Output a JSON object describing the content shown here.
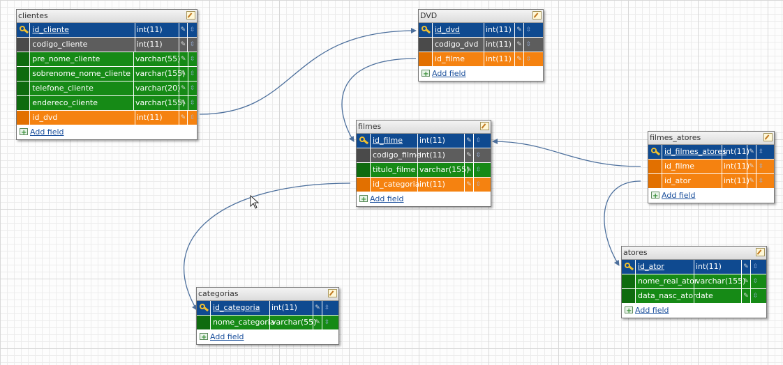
{
  "colors": {
    "pk": "#0f4a90",
    "pk_key": "#0f4a90",
    "normal": "#5d5d5d",
    "normal_key": "#4a4a4a",
    "varchar": "#168a16",
    "varchar_key": "#0f6b0f",
    "fk": "#f58210",
    "fk_key": "#e27000",
    "link": "#4c6f9c"
  },
  "tables": {
    "clientes": {
      "title": "clientes",
      "add_label": "Add field",
      "fields": [
        {
          "name": "id_cliente",
          "type": "int(11)",
          "kind": "pk"
        },
        {
          "name": "codigo_cliente",
          "type": "int(11)",
          "kind": "normal"
        },
        {
          "name": "pre_nome_cliente",
          "type": "varchar(55)",
          "kind": "varchar"
        },
        {
          "name": "sobrenome_nome_cliente",
          "type": "varchar(155)",
          "kind": "varchar"
        },
        {
          "name": "telefone_cliente",
          "type": "varchar(20)",
          "kind": "varchar"
        },
        {
          "name": "endereco_cliente",
          "type": "varchar(155)",
          "kind": "varchar"
        },
        {
          "name": "id_dvd",
          "type": "int(11)",
          "kind": "fk"
        }
      ]
    },
    "dvd": {
      "title": "DVD",
      "add_label": "Add field",
      "fields": [
        {
          "name": "id_dvd",
          "type": "int(11)",
          "kind": "pk"
        },
        {
          "name": "codigo_dvd",
          "type": "int(11)",
          "kind": "normal"
        },
        {
          "name": "id_filme",
          "type": "int(11)",
          "kind": "fk"
        }
      ]
    },
    "filmes": {
      "title": "filmes",
      "add_label": "Add field",
      "fields": [
        {
          "name": "id_filme",
          "type": "int(11)",
          "kind": "pk"
        },
        {
          "name": "codigo_filme",
          "type": "int(11)",
          "kind": "normal"
        },
        {
          "name": "titulo_filme",
          "type": "varchar(155)",
          "kind": "varchar"
        },
        {
          "name": "id_categoria",
          "type": "int(11)",
          "kind": "fk"
        }
      ]
    },
    "filmes_atores": {
      "title": "filmes_atores",
      "add_label": "Add field",
      "fields": [
        {
          "name": "id_filmes_atores",
          "type": "int(11)",
          "kind": "pk"
        },
        {
          "name": "id_filme",
          "type": "int(11)",
          "kind": "fk"
        },
        {
          "name": "id_ator",
          "type": "int(11)",
          "kind": "fk"
        }
      ]
    },
    "atores": {
      "title": "atores",
      "add_label": "Add field",
      "fields": [
        {
          "name": "id_ator",
          "type": "int(11)",
          "kind": "pk"
        },
        {
          "name": "nome_real_ator",
          "type": "varchar(155)",
          "kind": "varchar"
        },
        {
          "name": "data_nasc_ator",
          "type": "date",
          "kind": "varchar"
        }
      ]
    },
    "categorias": {
      "title": "categorias",
      "add_label": "Add field",
      "fields": [
        {
          "name": "id_categoria",
          "type": "int(11)",
          "kind": "pk"
        },
        {
          "name": "nome_categoria",
          "type": "varchar(55)",
          "kind": "varchar"
        }
      ]
    }
  },
  "relations": [
    {
      "from": "clientes.id_dvd",
      "to": "dvd.id_dvd"
    },
    {
      "from": "dvd.id_filme",
      "to": "filmes.id_filme"
    },
    {
      "from": "filmes.id_categoria",
      "to": "categorias.id_categoria"
    },
    {
      "from": "filmes_atores.id_filme",
      "to": "filmes.id_filme"
    },
    {
      "from": "filmes_atores.id_ator",
      "to": "atores.id_ator"
    }
  ]
}
